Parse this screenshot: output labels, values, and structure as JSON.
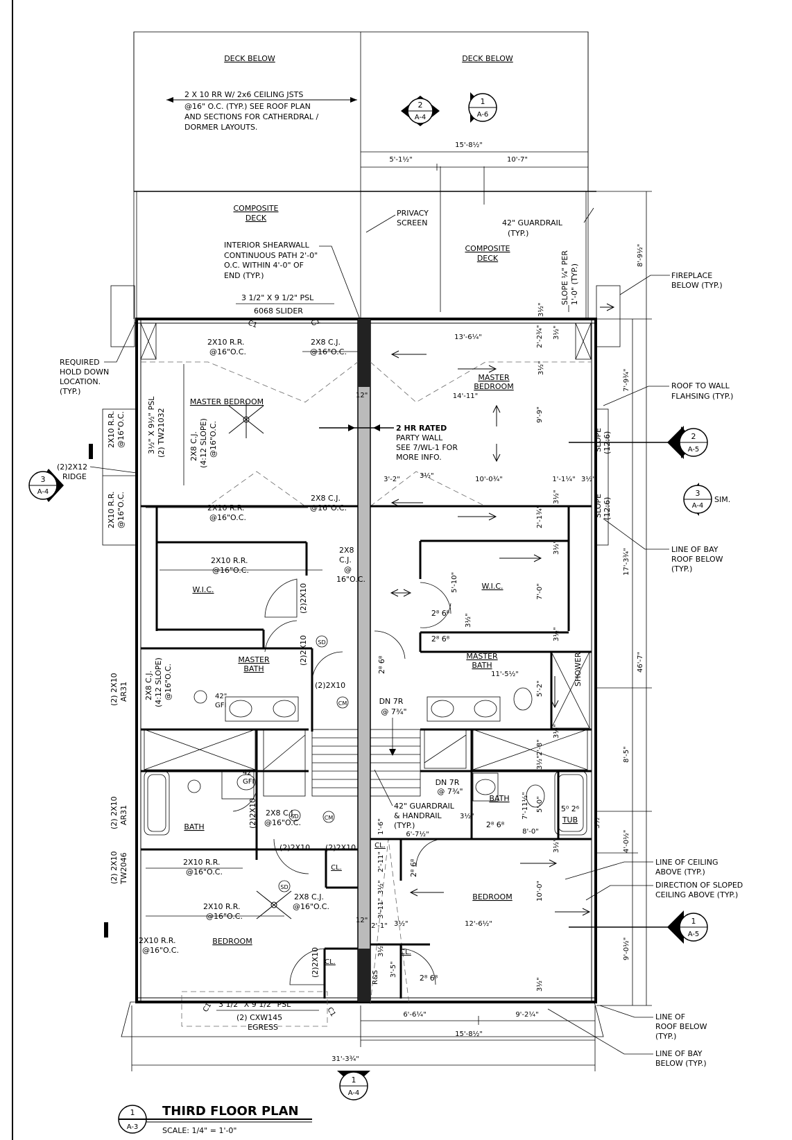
{
  "title": {
    "plan_name": "THIRD FLOOR PLAN",
    "scale": "SCALE: 1/4\" = 1'-0\"",
    "bubble_top": "1",
    "bubble_bottom": "A-3"
  },
  "section_markers": [
    {
      "top": "2",
      "bottom": "A-4",
      "suffix": ""
    },
    {
      "top": "1",
      "bottom": "A-6",
      "suffix": ""
    },
    {
      "top": "2",
      "bottom": "A-5",
      "suffix": ""
    },
    {
      "top": "3",
      "bottom": "A-4",
      "suffix": "SIM."
    },
    {
      "top": "1",
      "bottom": "A-5",
      "suffix": ""
    },
    {
      "top": "3",
      "bottom": "A-4",
      "suffix": ""
    },
    {
      "top": "1",
      "bottom": "A-4",
      "suffix": ""
    }
  ],
  "rooms": {
    "deck_below_left": "DECK BELOW",
    "deck_below_right": "DECK BELOW",
    "composite_deck_left_1": "COMPOSITE",
    "composite_deck_left_2": "DECK",
    "composite_deck_right_1": "COMPOSITE",
    "composite_deck_right_2": "DECK",
    "master_bedroom_left": "MASTER BEDROOM",
    "master_bedroom_right_1": "MASTER",
    "master_bedroom_right_2": "BEDROOM",
    "wic_left": "W.I.C.",
    "wic_right": "W.I.C.",
    "master_bath_left_1": "MASTER",
    "master_bath_left_2": "BATH",
    "master_bath_right_1": "MASTER",
    "master_bath_right_2": "BATH",
    "bath_left": "BATH",
    "bath_right": "BATH",
    "bedroom_left": "BEDROOM",
    "bedroom_right": "BEDROOM",
    "cl_1": "CL.",
    "cl_2": "CL.",
    "cl_3": "CL.",
    "cl_4": "CL.",
    "shower": "SHOWER",
    "tub": "TUB",
    "rs": "R&S"
  },
  "notes": {
    "ceiling_jsts_1": "2 X 10 RR W/ 2x6 CEILING JSTS",
    "ceiling_jsts_2": "@16\" O.C. (TYP.) SEE ROOF PLAN",
    "ceiling_jsts_3": "AND SECTIONS FOR CATHERDRAL /",
    "ceiling_jsts_4": "DORMER LAYOUTS.",
    "privacy_1": "PRIVACY",
    "privacy_2": "SCREEN",
    "shear_1": "INTERIOR SHEARWALL",
    "shear_2": "CONTINUOUS PATH 2'-0\"",
    "shear_3": "O.C. WITHIN 4'-0\" OF",
    "shear_4": "END (TYP.)",
    "guardrail_1": "42\" GUARDRAIL",
    "guardrail_2": "(TYP.)",
    "slope_1": "SLOPE ¼\" PER",
    "slope_2": "1'-0\" (TYP.)",
    "psl_top": "3 1/2\" X 9 1/2\" PSL",
    "slider": "6068 SLIDER",
    "fireplace_1": "FIREPLACE",
    "fireplace_2": "BELOW (TYP.)",
    "holddown_1": "REQUIRED",
    "holddown_2": "HOLD DOWN",
    "holddown_3": "LOCATION.",
    "holddown_4": "(TYP.)",
    "roofwall_1": "ROOF TO WALL",
    "roofwall_2": "FLAHSING (TYP.)",
    "party_1": "2 HR RATED",
    "party_2": "PARTY WALL",
    "party_3": "SEE 7/WL-1 FOR",
    "party_4": "MORE INFO.",
    "ridge_1": "(2)2X12",
    "ridge_2": "RIDGE",
    "bay_roof_1": "LINE OF BAY",
    "bay_roof_2": "ROOF BELOW",
    "bay_roof_3": "(TYP.)",
    "stair_guard_1": "42\" GUARDRAIL",
    "stair_guard_2": "& HANDRAIL",
    "stair_guard_3": "(TYP.)",
    "dn_top": "DN 7R",
    "dn_top_2": "@ 7¾\"",
    "dn_bot": "DN 7R",
    "dn_bot_2": "@ 7¾\"",
    "ceiling_above_1": "LINE OF CEILING",
    "ceiling_above_2": "ABOVE (TYP.)",
    "sloped_1": "DIRECTION OF SLOPED",
    "sloped_2": "CEILING ABOVE (TYP.)",
    "roof_below_1": "LINE OF",
    "roof_below_2": "ROOF BELOW",
    "roof_below_3": "(TYP.)",
    "bay_below_1": "LINE OF BAY",
    "bay_below_2": "BELOW (TYP.)",
    "psl_bot": "3 1/2\" X 9 1/2\" PSL",
    "egress_1": "(2) CXW145",
    "egress_2": "EGRESS",
    "framing_rr_1": "2X10 R.R.",
    "framing_rr_1b": "@16\"O.C.",
    "framing_cj_1": "2X8 C.J.",
    "framing_cj_1b": "@16\"O.C.",
    "framing_rr_2": "2X10 R.R.",
    "framing_rr_2b": "@16\"O.C.",
    "framing_cj_2": "2X8 C.J.",
    "framing_cj_2b": "@16\"O.C.",
    "framing_rr_3": "2X10 R.R.",
    "framing_rr_3b": "@16\"O.C.",
    "framing_cj_3": "2X8",
    "framing_cj_3b": "C.J.",
    "framing_cj_3c": "@",
    "framing_cj_3d": "16\"O.C.",
    "framing_cj_4": "2X8 C.J.",
    "framing_cj_4b": "@16\"O.C.",
    "framing_rr_4": "2X10 R.R.",
    "framing_rr_4b": "@16\"O.C.",
    "framing_cj_5": "2X8 C.J.",
    "framing_cj_5b": "@16\"O.C.",
    "framing_rr_5": "2X10 R.R.",
    "framing_rr_5b": "@16\"O.C.",
    "framing_rr_6": "2X10 R.R.",
    "framing_rr_6b": "@16\"O.C.",
    "framing_v_1": "2X8 C.J.",
    "framing_v_1b": "(4:12 SLOPE)",
    "framing_v_1c": "@16\"O.C.",
    "framing_v_2": "3½\" X 9½\" PSL",
    "framing_v_2b": "(2) TW21032",
    "framing_v_3": "2X10 R.R.",
    "framing_v_3b": "@16\"O.C.",
    "framing_v_4": "2X10 R.R.",
    "framing_v_4b": "@16\"O.C.",
    "framing_v_5": "2X8 C.J.",
    "framing_v_5b": "(4:12 SLOPE)",
    "framing_v_5c": "@16\"O.C.",
    "framing_v_6": "(2) 2X10",
    "framing_v_6b": "AR31",
    "framing_v_7": "(2) 2X10",
    "framing_v_7b": "AR31",
    "framing_v_8": "(2) 2X10",
    "framing_v_8b": "TW2046",
    "hdr_1": "(2)2X10",
    "hdr_2": "(2)2X10",
    "hdr_3": "(2)2X10",
    "hdr_4": "(2)2X10",
    "hdr_5": "(2)2X10",
    "hdr_6": "(2)2X10",
    "hdr_7": "(2)2X10",
    "slope_126_a": "SLOPE",
    "slope_126_a2": "(12:6)",
    "slope_126_b": "SLOPE",
    "slope_126_b2": "(12:6)",
    "door_1": "2⁸ 6⁸",
    "door_2": "2⁸ 6⁸",
    "door_3": "2⁸ 6⁸",
    "door_4": "2⁸ 6⁸",
    "door_5": "2⁸ 6⁸",
    "door_6": "2⁸ 6⁸",
    "tub_size": "5⁰ 2⁶",
    "gfi_1": "42\"",
    "gfi_1b": "GFI",
    "gfi_2": "42\"",
    "gfi_2b": "GFI",
    "sd": "SD",
    "cm": "CM",
    "c1": "C1",
    "twelve": "12\""
  },
  "dimensions": {
    "d_15_8h_top": "15'-8½\"",
    "d_5_1h": "5'-1½\"",
    "d_10_7": "10'-7\"",
    "d_8_9h": "8'-9½\"",
    "d_13_6q": "13'-6¼\"",
    "d_14_11": "14'-11\"",
    "d_7_9q": "7'-9¾\"",
    "d_9_9": "9'-9\"",
    "d_3_2": "3'-2\"",
    "d_10_0q": "10'-0¾\"",
    "d_1_1q": "1'-1¼\"",
    "d_2_1q": "2'-1¾\"",
    "d_2_2q": "2'-2¾\"",
    "d_3h": "3½\"",
    "d_17_3q": "17'-3¾\"",
    "d_5_10": "5'-10\"",
    "d_7_0": "7'-0\"",
    "d_46_7": "46'-7\"",
    "d_11_5h": "11'-5½\"",
    "d_5_2": "5'-2\"",
    "d_8_5": "8'-5\"",
    "d_2_8": "2'-8\"",
    "d_7_11h": "7'-11½\"",
    "d_5_0": "5'-0\"",
    "d_8_0": "8'-0\"",
    "d_4_0h": "4'-0½\"",
    "d_6_7h": "6'-7½\"",
    "d_2_11": "2'-11\"",
    "d_3_11h": "3'-11\"",
    "d_2_1": "2'-1\"",
    "d_3_5": "3'-5\"",
    "d_10_0": "10'-0\"",
    "d_12_6h": "12'-6½\"",
    "d_9_0h": "9'-0½\"",
    "d_6_6q": "6'-6¼\"",
    "d_9_2q": "9'-2¼\"",
    "d_15_8h_bot": "15'-8½\"",
    "d_31_3q": "31'-3¾\"",
    "d_1_6": "1'-6\""
  }
}
